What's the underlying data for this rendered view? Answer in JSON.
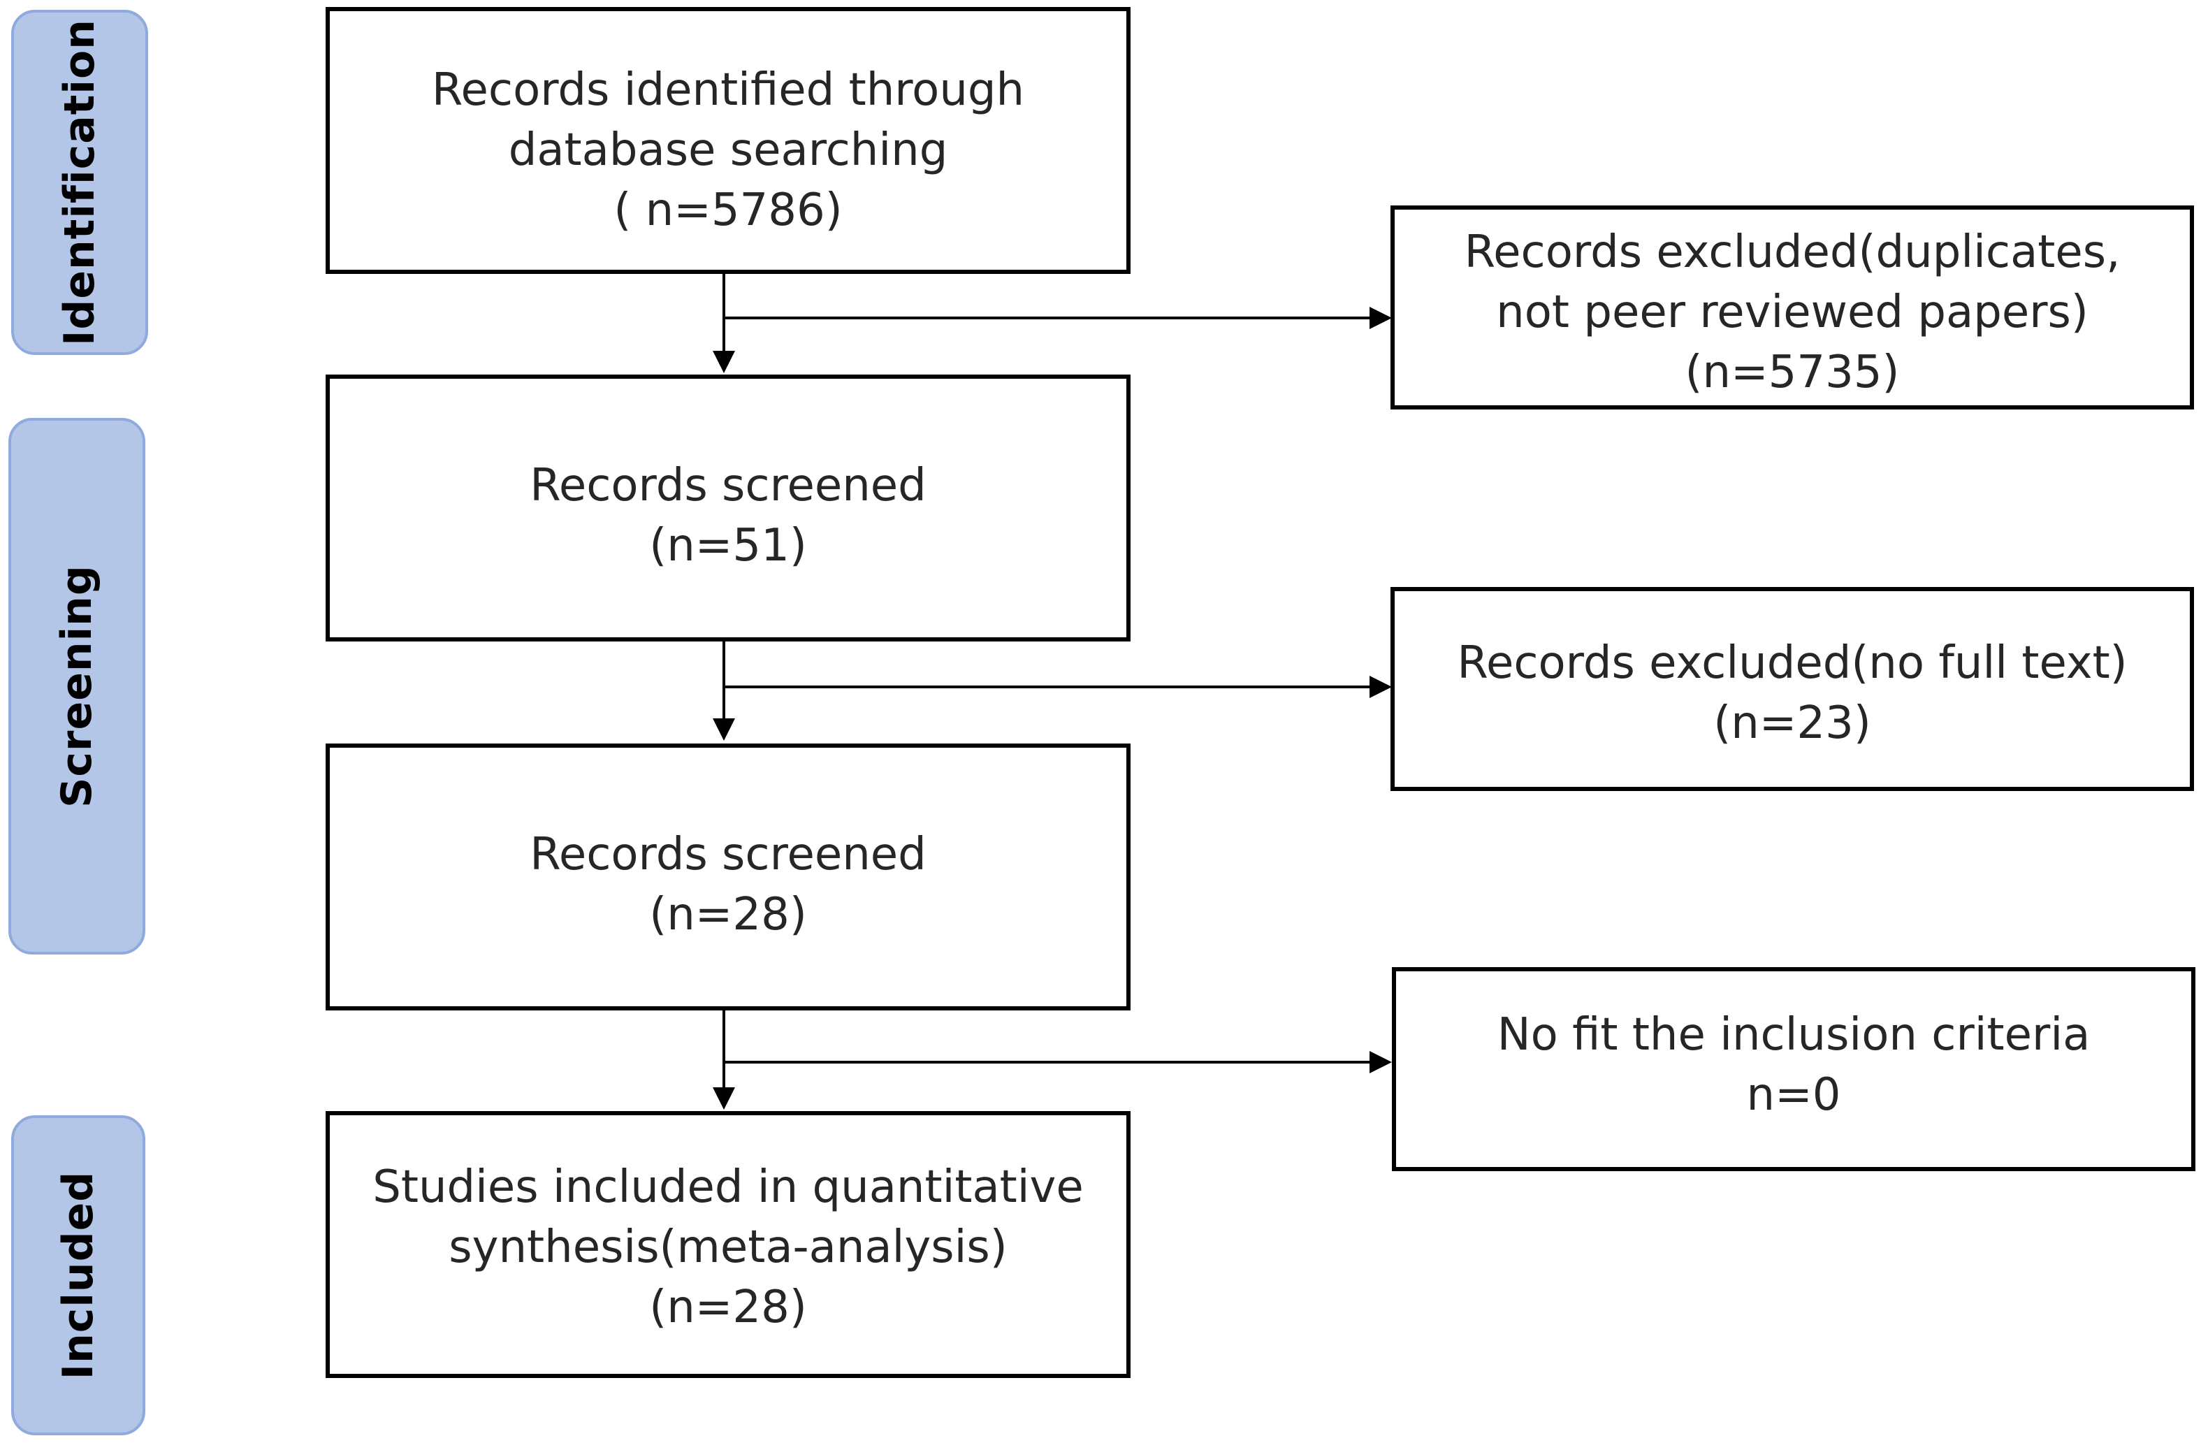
{
  "phases": {
    "identification": "Identification",
    "screening": "Screening",
    "included": "Included"
  },
  "boxes": {
    "identified": [
      "Records identified through",
      "database searching",
      "( n=5786)"
    ],
    "screened_1": [
      "Records screened",
      "(n=51)"
    ],
    "screened_2": [
      "Records screened",
      "(n=28)"
    ],
    "included": [
      "Studies included in quantitative",
      "synthesis(meta-analysis)",
      "(n=28)"
    ],
    "excluded_1": [
      "Records excluded(duplicates,",
      "not peer reviewed papers)",
      "(n=5735)"
    ],
    "excluded_2": [
      "Records excluded(no full text)",
      "(n=23)"
    ],
    "excluded_3": [
      "No fit the inclusion criteria",
      "n=0"
    ]
  },
  "colors": {
    "phase_fill": "#b4c6e7",
    "phase_border": "#8faadc",
    "box_border": "#000000",
    "connector": "#000000"
  }
}
